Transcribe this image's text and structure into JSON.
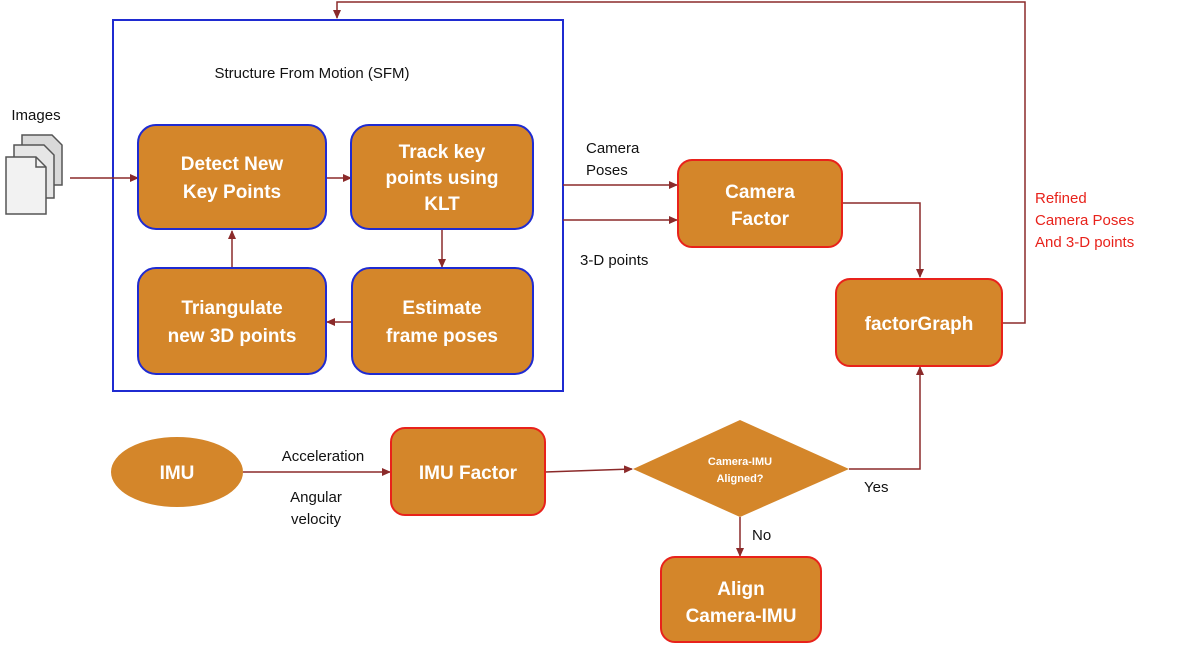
{
  "colors": {
    "box_fill": "#d4862a",
    "blue_border": "#1f2bd1",
    "red_border": "#e8221b",
    "arrow": "#8b2a2a",
    "red_text": "#e8221b"
  },
  "sfm": {
    "title": "Structure From Motion (SFM)"
  },
  "inputs": {
    "images": "Images"
  },
  "nodes": {
    "detect": [
      "Detect New",
      "Key Points"
    ],
    "track": [
      "Track key",
      "points using",
      "KLT"
    ],
    "triangulate": [
      "Triangulate",
      "new 3D points"
    ],
    "estimate": [
      "Estimate",
      "frame poses"
    ],
    "camera_factor": [
      "Camera",
      "Factor"
    ],
    "factor_graph": "factorGraph",
    "imu": "IMU",
    "imu_factor": "IMU Factor",
    "decision": [
      "Camera-IMU",
      "Aligned?"
    ],
    "align": [
      "Align",
      "Camera-IMU"
    ]
  },
  "edge_labels": {
    "camera_poses": [
      "Camera",
      "Poses"
    ],
    "points_3d": "3-D points",
    "acceleration": "Acceleration",
    "angular_velocity": [
      "Angular",
      "velocity"
    ],
    "yes": "Yes",
    "no": "No",
    "refined": [
      "Refined",
      "Camera Poses",
      "And 3-D points"
    ]
  }
}
